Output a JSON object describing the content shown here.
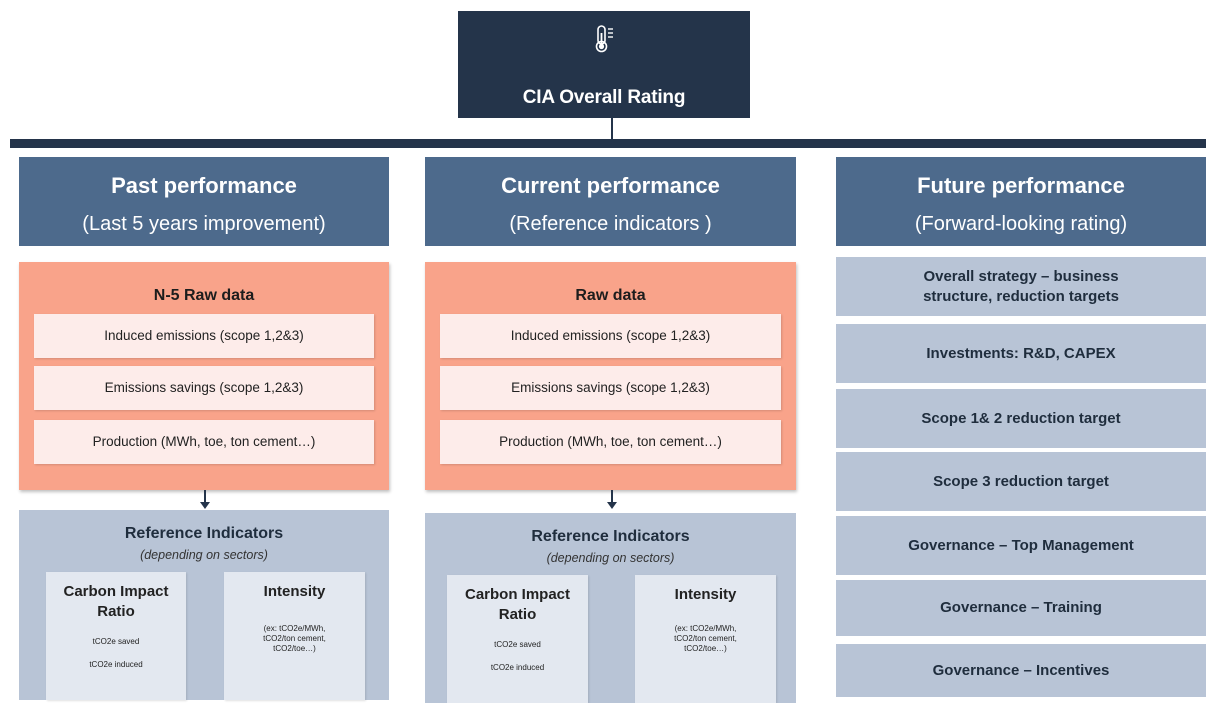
{
  "top": {
    "title": "CIA Overall Rating",
    "icon": "thermometer-icon"
  },
  "columns": [
    {
      "title": "Past performance",
      "subtitle": "(Last 5 years improvement)"
    },
    {
      "title": "Current performance",
      "subtitle": "(Reference indicators )"
    },
    {
      "title": "Future performance",
      "subtitle": "(Forward-looking rating)"
    }
  ],
  "past": {
    "raw_title": "N-5 Raw data",
    "items": [
      "Induced emissions (scope 1,2&3)",
      "Emissions savings (scope 1,2&3)",
      "Production (MWh, toe, ton cement…)"
    ]
  },
  "current": {
    "raw_title": "Raw data",
    "items": [
      "Induced emissions (scope 1,2&3)",
      "Emissions savings (scope 1,2&3)",
      "Production (MWh, toe, ton cement…)"
    ]
  },
  "reference": {
    "title": "Reference Indicators",
    "subtitle": "(depending on sectors)",
    "carbon": {
      "title": "Carbon Impact Ratio",
      "line1": "tCO2e saved",
      "line2": "tCO2e induced"
    },
    "intensity": {
      "title": "Intensity",
      "line1": "(ex: tCO2e/MWh,",
      "line2": "tCO2/ton cement,",
      "line3": "tCO2/toe…)"
    }
  },
  "future": {
    "items": [
      "Overall strategy –  business structure, reduction targets",
      "Investments: R&D, CAPEX",
      "Scope 1& 2 reduction target",
      "Scope 3 reduction target",
      "Governance – Top Management",
      "Governance – Training",
      "Governance – Incentives"
    ]
  },
  "colors": {
    "dark_navy": "#24344a",
    "header_blue": "#4d6a8c",
    "raw_orange": "#f9a38a",
    "raw_item": "#fdecea",
    "light_blue": "#b8c4d6"
  }
}
